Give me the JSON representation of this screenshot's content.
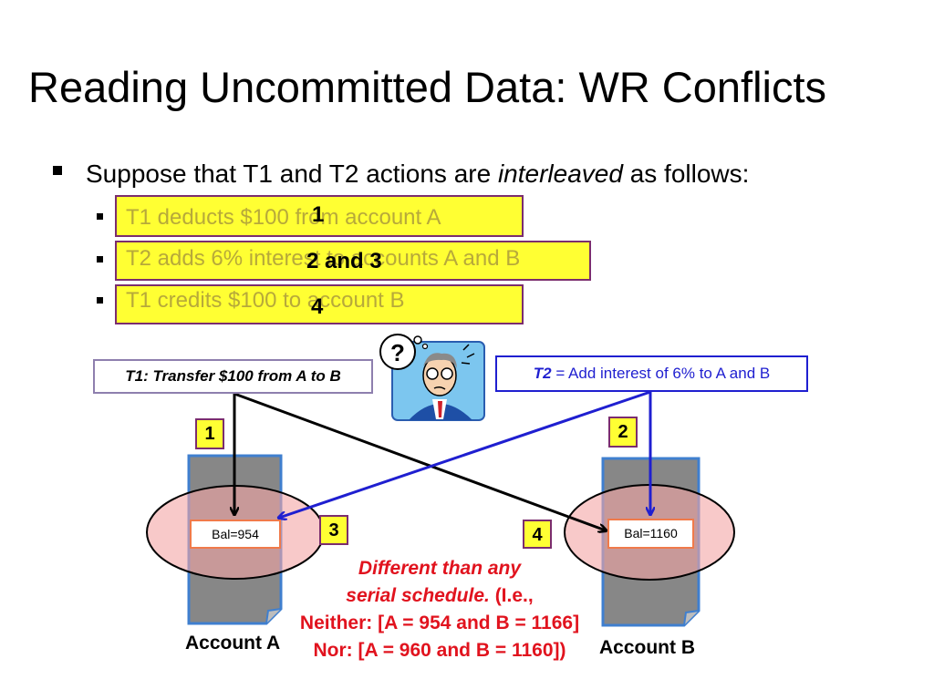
{
  "slide": {
    "title": "Reading Uncommitted Data: WR Conflicts",
    "main_bullet": {
      "prefix": "Suppose that T1 and T2 actions are ",
      "emphasis": "interleaved",
      "suffix": " as follows:"
    },
    "steps": [
      {
        "text": "T1 deducts $100 from account A",
        "order": "1"
      },
      {
        "text": "T2 adds 6% interest to accounts A and B",
        "order": "2 and 3"
      },
      {
        "text": "T1 credits $100 to account B",
        "order": "4"
      }
    ],
    "t1_label": "T1: Transfer $100 from A to B",
    "t2_label": {
      "name": "T2",
      "rest": " = Add interest of 6% to A and B"
    },
    "badges": {
      "one": "1",
      "two": "2",
      "three": "3",
      "four": "4"
    },
    "account_a": {
      "balance": "Bal=954",
      "label": "Account A"
    },
    "account_b": {
      "balance": "Bal=1160",
      "label": "Account B"
    },
    "note": {
      "line1": "Different than any",
      "line2_italic": "serial schedule.",
      "line2_rest": " (I.e.,",
      "line3": "Neither: [A = 954 and B = 1166]",
      "line4": "Nor: [A = 960 and B = 1160])"
    },
    "thinking_mark": "?"
  },
  "colors": {
    "highlight": "#ffff33",
    "box_border": "#7b2d6e",
    "t2_blue": "#1f1fd0",
    "note_red": "#e1131e",
    "ellipse_fill": "#f4a5a5"
  }
}
